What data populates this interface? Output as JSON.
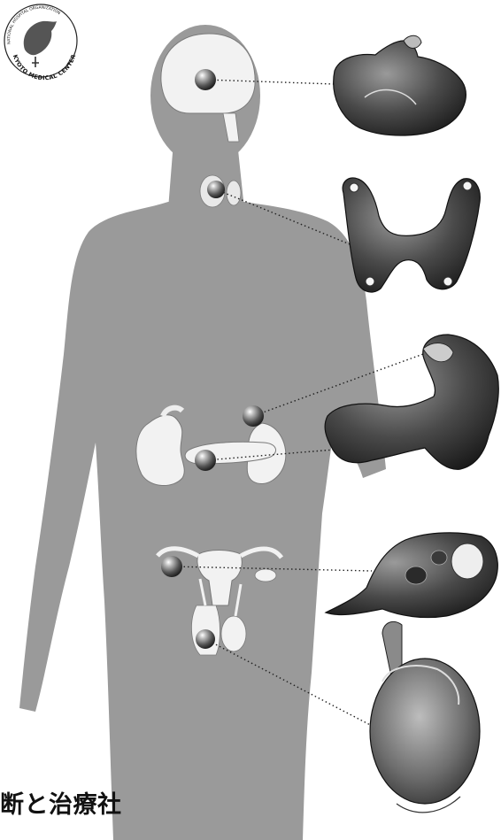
{
  "logo": {
    "top_text": "NATIONAL HOSPITAL ORGANIZATION",
    "bottom_text": "KYOTO MEDICAL CENTER"
  },
  "caption": {
    "text": "断と治療社"
  },
  "organs": [
    {
      "name": "pituitary"
    },
    {
      "name": "thyroid"
    },
    {
      "name": "adrenal"
    },
    {
      "name": "pancreas"
    },
    {
      "name": "ovary"
    },
    {
      "name": "testis"
    }
  ],
  "colors": {
    "body_fill": "#9a9a9a",
    "organ_fill": "#f2f2f2",
    "marker": "#555555",
    "leader_line": "#222222"
  }
}
